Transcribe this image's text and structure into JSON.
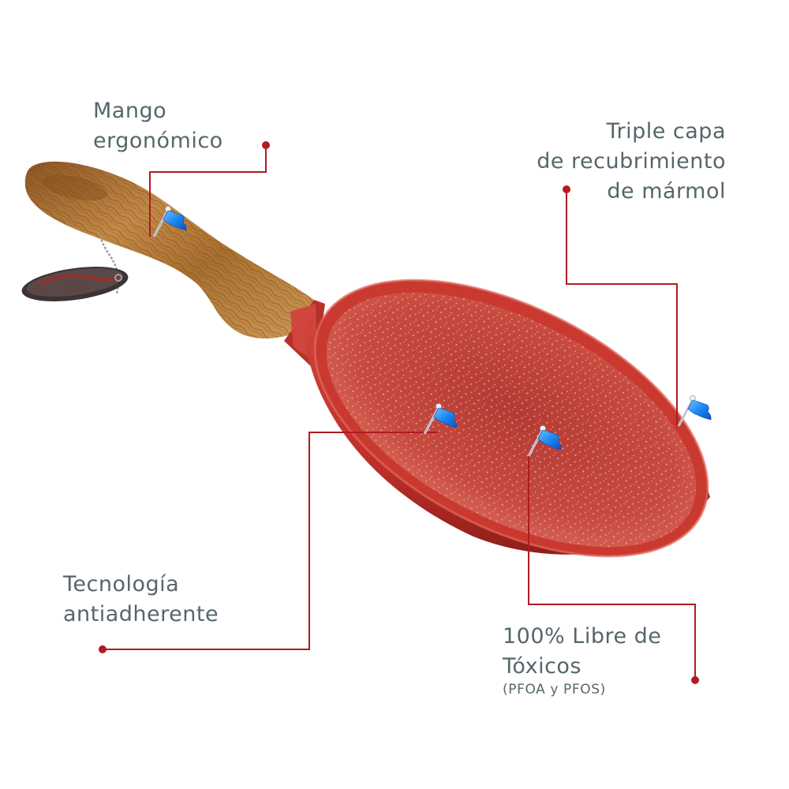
{
  "labels": {
    "handle": {
      "line1": "Mango",
      "line2": "ergonómico"
    },
    "coating": {
      "line1": "Triple capa",
      "line2": "de recubrimiento",
      "line3": "de mármol"
    },
    "nonstick": {
      "line1": "Tecnología",
      "line2": "antiadherente"
    },
    "toxic_free": {
      "line1": "100% Libre de",
      "line2": "Tóxicos",
      "line3": "(PFOA y PFOS)"
    }
  },
  "colors": {
    "text": "#56666a",
    "leader_line": "#b11a22",
    "pan_red": "#c9342c",
    "pan_speckle": "#e9a79a",
    "handle_wood": "#b37a3c",
    "flag_blue": "#1e88f0"
  },
  "icons": [
    "flag-pin-icon",
    "tag-chain-icon"
  ]
}
